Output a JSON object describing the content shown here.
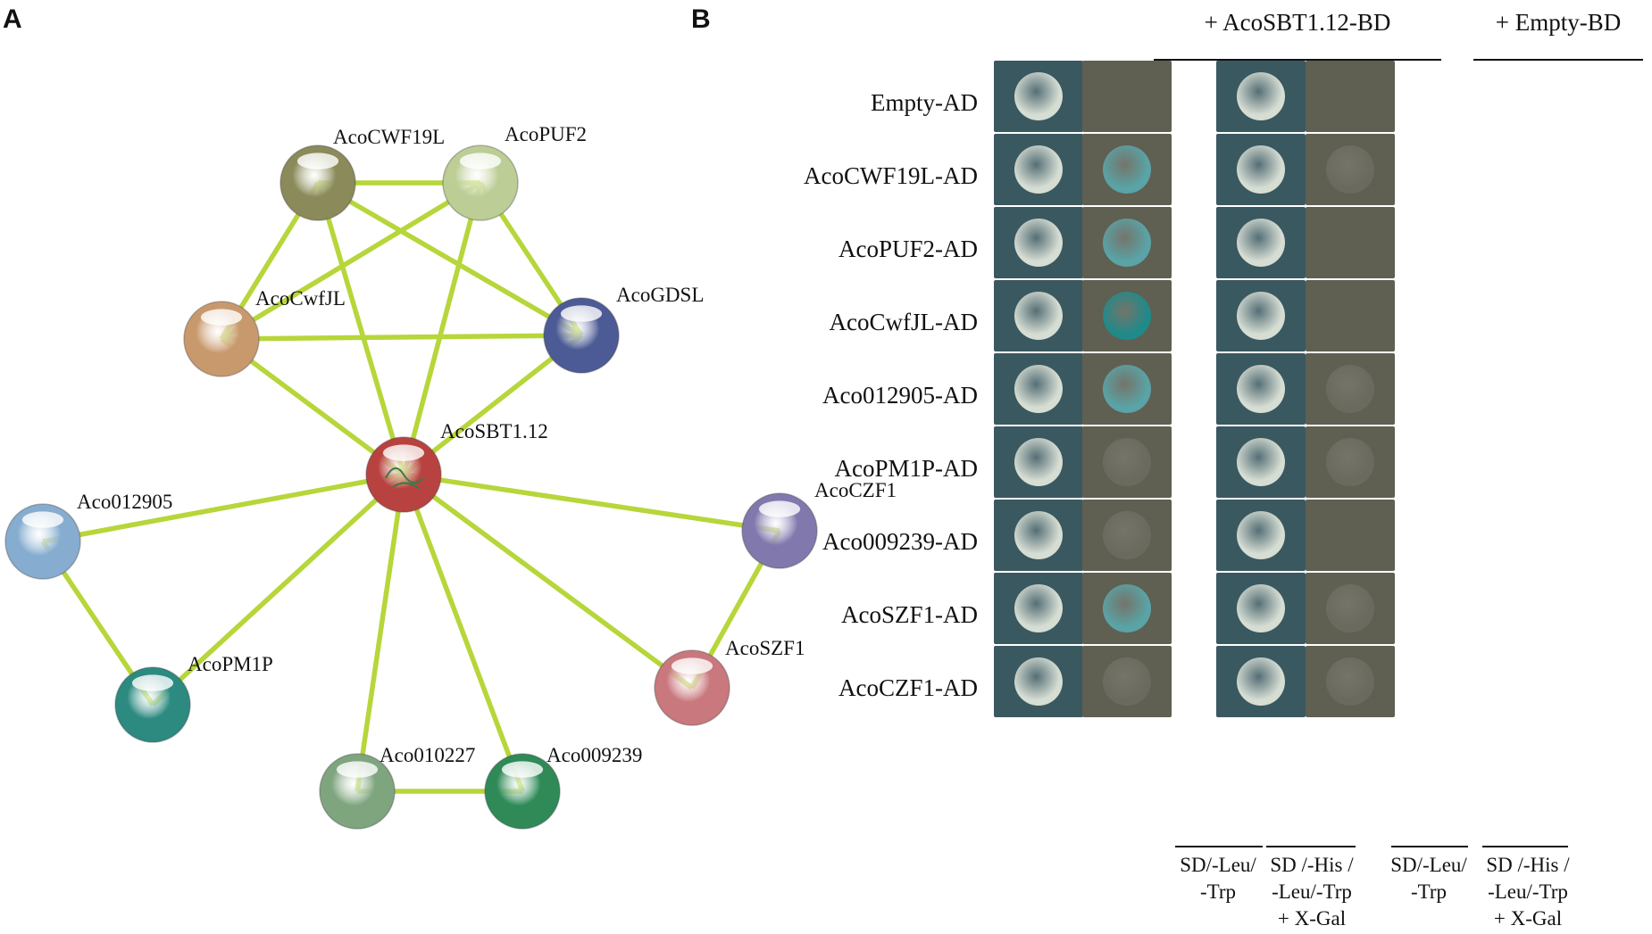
{
  "panel_a": {
    "letter": "A",
    "edge_color": "#b6d63a",
    "nodes": [
      {
        "id": "cwf19l",
        "label": "AcoCWF19L",
        "color": "#8a8a5a"
      },
      {
        "id": "puf2",
        "label": "AcoPUF2",
        "color": "#bccd95"
      },
      {
        "id": "cwfjl",
        "label": "AcoCwfJL",
        "color": "#c9996e"
      },
      {
        "id": "gdsl",
        "label": "AcoGDSL",
        "color": "#4c5b95"
      },
      {
        "id": "sbt",
        "label": "AcoSBT1.12",
        "color": "#b8423f"
      },
      {
        "id": "a012905",
        "label": "Aco012905",
        "color": "#86acd0"
      },
      {
        "id": "czf1",
        "label": "AcoCZF1",
        "color": "#8178ad"
      },
      {
        "id": "pm1p",
        "label": "AcoPM1P",
        "color": "#2c8a80"
      },
      {
        "id": "szf1",
        "label": "AcoSZF1",
        "color": "#c9787d"
      },
      {
        "id": "a010227",
        "label": "Aco010227",
        "color": "#7fa57f"
      },
      {
        "id": "a009239",
        "label": "Aco009239",
        "color": "#2f8a58"
      }
    ],
    "edges": [
      [
        "cwf19l",
        "puf2"
      ],
      [
        "cwf19l",
        "cwfjl"
      ],
      [
        "cwf19l",
        "gdsl"
      ],
      [
        "cwf19l",
        "sbt"
      ],
      [
        "puf2",
        "cwfjl"
      ],
      [
        "puf2",
        "gdsl"
      ],
      [
        "puf2",
        "sbt"
      ],
      [
        "cwfjl",
        "gdsl"
      ],
      [
        "cwfjl",
        "sbt"
      ],
      [
        "gdsl",
        "sbt"
      ],
      [
        "sbt",
        "a012905"
      ],
      [
        "sbt",
        "czf1"
      ],
      [
        "sbt",
        "pm1p"
      ],
      [
        "sbt",
        "szf1"
      ],
      [
        "sbt",
        "a010227"
      ],
      [
        "sbt",
        "a009239"
      ],
      [
        "a012905",
        "pm1p"
      ],
      [
        "czf1",
        "szf1"
      ],
      [
        "a010227",
        "a009239"
      ]
    ]
  },
  "panel_b": {
    "letter": "B",
    "groups": [
      {
        "title": "+ AcoSBT1.12-BD"
      },
      {
        "title": "+ Empty-BD"
      }
    ],
    "rows": [
      {
        "label": "Empty-AD",
        "x_gal_bd": "none",
        "x_gal_empty": "none"
      },
      {
        "label": "AcoCWF19L-AD",
        "x_gal_bd": "blue",
        "x_gal_empty": "faint"
      },
      {
        "label": "AcoPUF2-AD",
        "x_gal_bd": "blue",
        "x_gal_empty": "none"
      },
      {
        "label": "AcoCwfJL-AD",
        "x_gal_bd": "strong-blue",
        "x_gal_empty": "none"
      },
      {
        "label": "Aco012905-AD",
        "x_gal_bd": "blue",
        "x_gal_empty": "faint"
      },
      {
        "label": "AcoPM1P-AD",
        "x_gal_bd": "faint",
        "x_gal_empty": "faint"
      },
      {
        "label": "Aco009239-AD",
        "x_gal_bd": "faint",
        "x_gal_empty": "none"
      },
      {
        "label": "AcoSZF1-AD",
        "x_gal_bd": "blue",
        "x_gal_empty": "faint"
      },
      {
        "label": "AcoCZF1-AD",
        "x_gal_bd": "faint",
        "x_gal_empty": "faint"
      }
    ],
    "media": [
      {
        "label": "SD/-Leu/\n-Trp"
      },
      {
        "label": "SD /-His /\n-Leu/-Trp\n+ X-Gal"
      },
      {
        "label": "SD/-Leu/\n-Trp"
      },
      {
        "label": "SD /-His /\n-Leu/-Trp\n+ X-Gal"
      }
    ],
    "colors": {
      "sd_plate": "#3a5860",
      "sd_colony": "#d6ddd3",
      "xgal_plate": "#5f5f52",
      "colony_blue": "#5aa3a6",
      "colony_strong_blue": "#1f8a8a",
      "colony_faint": "#6a6a5e"
    }
  }
}
